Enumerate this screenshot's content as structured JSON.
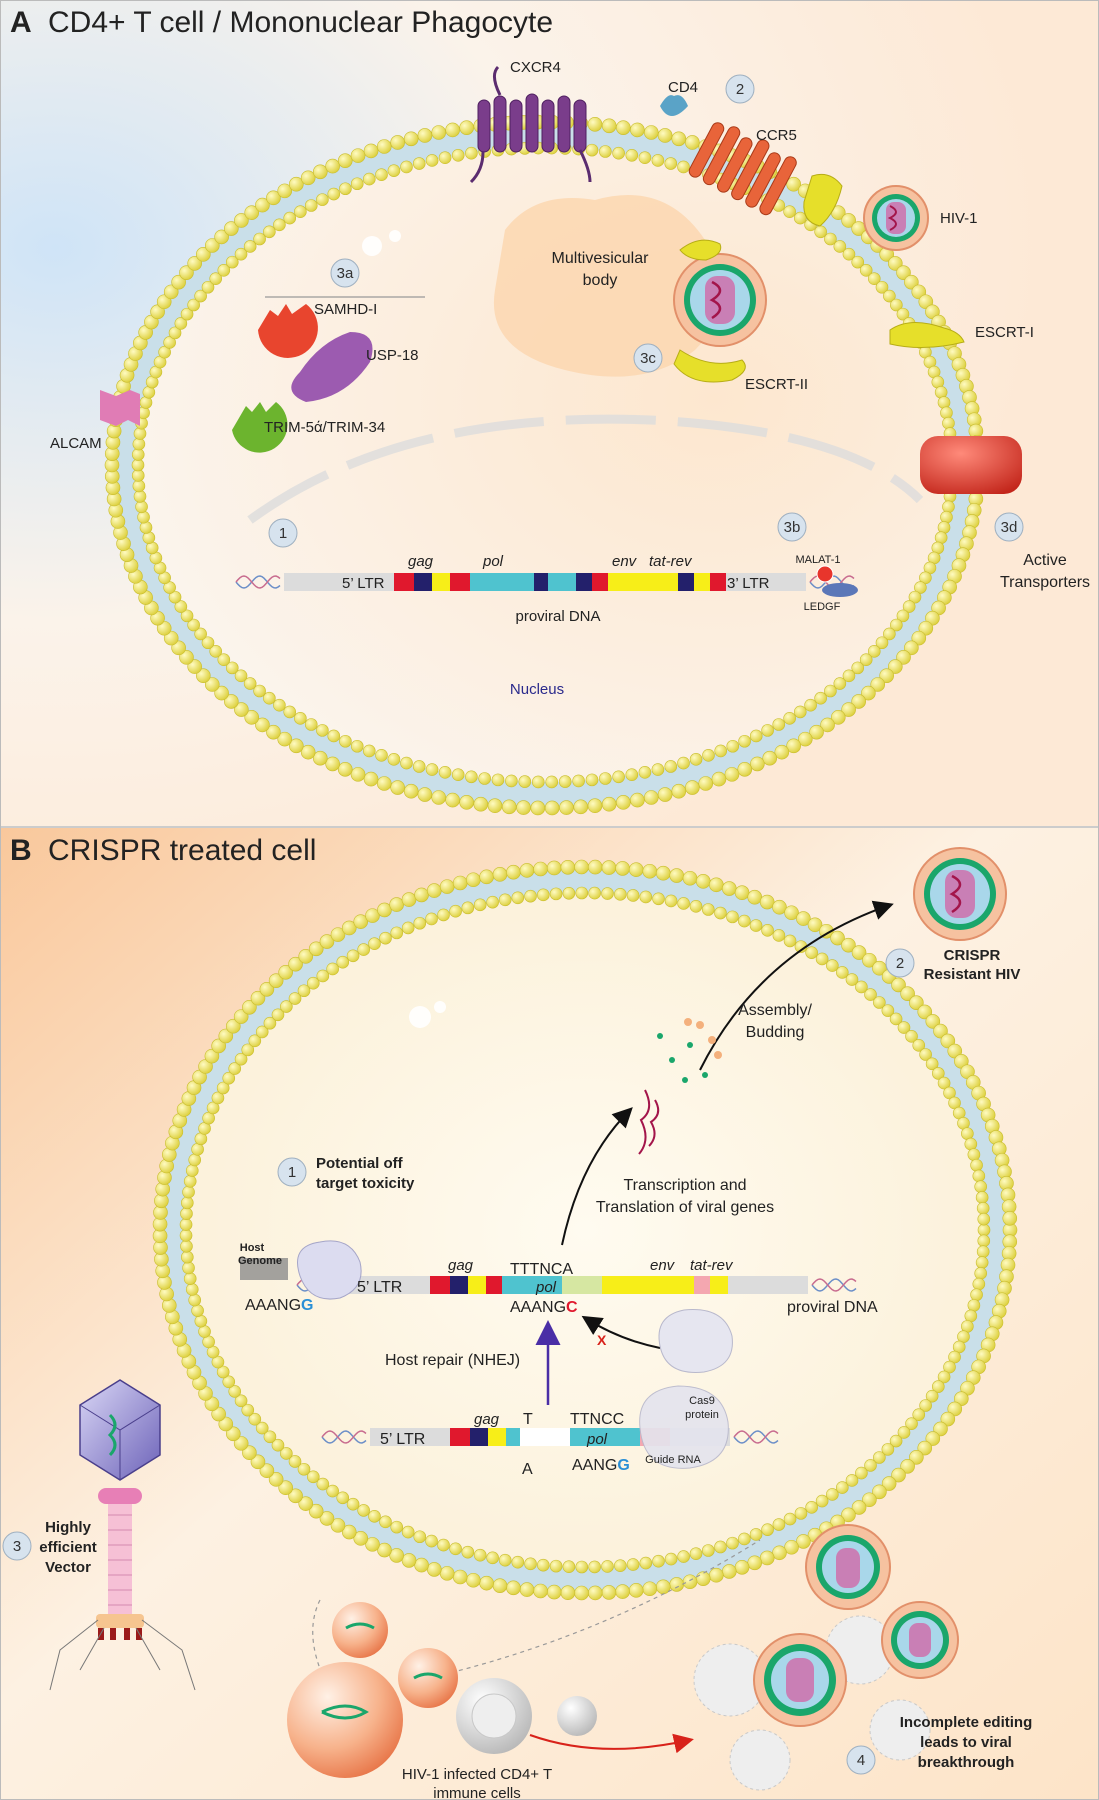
{
  "panel_a": {
    "letter": "A",
    "title": "CD4+ T cell / Mononuclear Phagocyte",
    "labels": {
      "cxcr4": "CXCR4",
      "cd4": "CD4",
      "ccr5": "CCR5",
      "hiv1": "HIV-1",
      "multivesicular_1": "Multivesicular",
      "multivesicular_2": "body",
      "samhd": "SAMHD-I",
      "usp": "USP-18",
      "trim": "TRIM-5ά/TRIM-34",
      "alcam": "ALCAM",
      "escrt1": "ESCRT-I",
      "escrt2": "ESCRT-II",
      "active_1": "Active",
      "active_2": "Transporters",
      "malat": "MALAT-1",
      "ledgf": "LEDGF",
      "ltr5": "5’ LTR",
      "ltr3": "3’ LTR",
      "gag": "gag",
      "pol": "pol",
      "env": "env",
      "tatrev": "tat-rev",
      "proviral": "proviral DNA",
      "nucleus": "Nucleus"
    },
    "steps": {
      "s1": "1",
      "s2": "2",
      "s3a": "3a",
      "s3b": "3b",
      "s3c": "3c",
      "s3d": "3d"
    }
  },
  "panel_b": {
    "letter": "B",
    "title": "CRISPR treated cell",
    "labels": {
      "crispr_resistant_1": "CRISPR",
      "crispr_resistant_2": "Resistant HIV",
      "assembly_1": "Assembly/",
      "assembly_2": "Budding",
      "offtarget_1": "Potential off",
      "offtarget_2": "target toxicity",
      "transcription_1": "Transcription and",
      "transcription_2": "Translation of viral genes",
      "host_genome_1": "Host",
      "host_genome_2": "Genome",
      "aaang_g": "AAANG",
      "g_blue": "G",
      "ltr5": "5’ LTR",
      "gag": "gag",
      "tttnca": "TTTNCA",
      "pol": "pol",
      "aaang_c": "AAANG",
      "c_red": "C",
      "env": "env",
      "tatrev": "tat-rev",
      "proviral": "proviral DNA",
      "host_repair": "Host repair (NHEJ)",
      "x_mark": "X",
      "ltr5_b": "5’ LTR",
      "gag_b": "gag",
      "t_top": "T",
      "a_bottom": "A",
      "ttncc": "TTNCC",
      "pol_b": "pol",
      "aangg": "AANG",
      "g_blue_b": "G",
      "cas9_1": "Cas9",
      "cas9_2": "protein",
      "guide_rna": "Guide RNA",
      "vector_1": "Highly",
      "vector_2": "efficient",
      "vector_3": "Vector",
      "infected_1": "HIV-1 infected CD4+ T",
      "infected_2": "immune cells",
      "incomplete_1": "Incomplete editing",
      "incomplete_2": "leads to viral",
      "incomplete_3": "breakthrough"
    },
    "steps": {
      "s1": "1",
      "s2": "2",
      "s3": "3",
      "s4": "4"
    }
  },
  "colors": {
    "membrane_head": "#f2ea7a",
    "membrane_tail": "#c9dfe9",
    "gag": "#e0182d",
    "block_navy": "#23206b",
    "block_yellow": "#f7ee18",
    "pol": "#4fc3cf",
    "tat_pink": "#f4a7b0",
    "virus_core": "#7b5ea7",
    "virus_ring": "#1aa66b",
    "escrt": "#e6df2a",
    "transporter": "#d8392b"
  }
}
